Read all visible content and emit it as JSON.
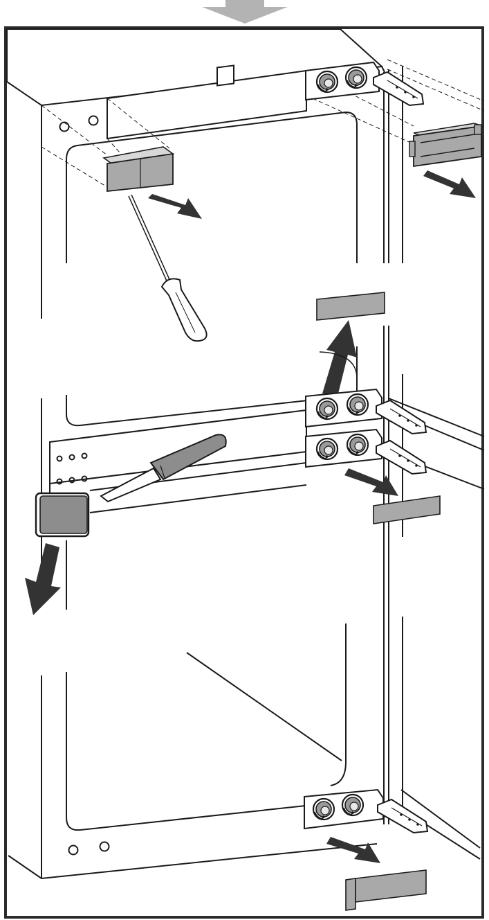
{
  "diagram": {
    "kind": "installation-instruction-illustration",
    "text": [],
    "colors": {
      "line": "#1a1a1a",
      "frame": "#2b2b2b",
      "cover_fill": "#a9a9a9",
      "cover_dark": "#8d8d8d",
      "arrow": "#333333",
      "step_arrow": "#b3b3b3",
      "background": "#ffffff"
    },
    "components": [
      {
        "name": "step-arrow",
        "label": ""
      },
      {
        "name": "appliance-housing",
        "label": ""
      },
      {
        "name": "top-hinge",
        "label": ""
      },
      {
        "name": "middle-hinge-upper",
        "label": ""
      },
      {
        "name": "middle-hinge-lower",
        "label": ""
      },
      {
        "name": "bottom-hinge",
        "label": ""
      },
      {
        "name": "top-left-cover",
        "label": ""
      },
      {
        "name": "top-right-cover",
        "label": ""
      },
      {
        "name": "middle-cover",
        "label": ""
      },
      {
        "name": "side-cover",
        "label": ""
      },
      {
        "name": "hinge-cover-middle",
        "label": ""
      },
      {
        "name": "hinge-cover-bottom",
        "label": ""
      },
      {
        "name": "screwdriver-upper",
        "label": ""
      },
      {
        "name": "screwdriver-lower",
        "label": ""
      }
    ]
  }
}
